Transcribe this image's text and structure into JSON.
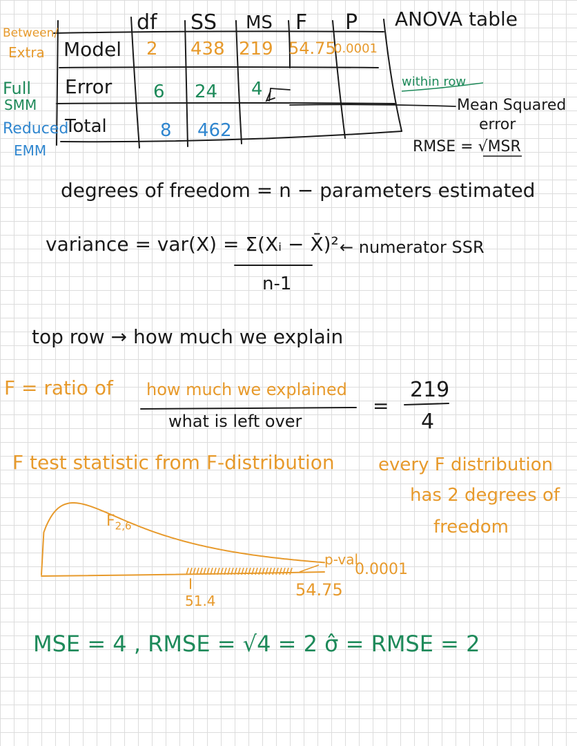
{
  "colors": {
    "ink": "#1a1a1a",
    "orange": "#e79a2c",
    "green": "#1e8a5a",
    "blue": "#2f86cf"
  },
  "table": {
    "headers": [
      "df",
      "SS",
      "MS",
      "F",
      "P"
    ],
    "title": "ANOVA table",
    "rows": [
      {
        "side_label_top": "Between/",
        "side_label_bottom": "Extra",
        "label": "Model",
        "df": "2",
        "ss": "438",
        "ms": "219",
        "f": "54.75",
        "p": "0.0001"
      },
      {
        "side_label_top": "Full",
        "side_label_bottom": "SMM",
        "label": "Error",
        "df": "6",
        "ss": "24",
        "ms": "4"
      },
      {
        "side_label_top": "Reduced",
        "side_label_bottom": "EMM",
        "label": "Total",
        "df": "8",
        "ss": "462"
      }
    ],
    "within_row_note": "within row",
    "mse_note_line1": "Mean Squared",
    "mse_note_line2": "error",
    "rmse_formula": "RMSE = √MSR"
  },
  "notes": {
    "dof": "degrees of freedom = n − parameters estimated",
    "variance": "variance = var(X) = Σ(Xᵢ − X̄)²",
    "variance_denominator": "n-1",
    "numerator_note": "← numerator SSR",
    "top_row": "top row → how much we explain",
    "f_ratio_prefix": "F = ratio of",
    "f_ratio_numerator": "how much we explained",
    "f_ratio_denominator": "what is left over",
    "f_ratio_equals": "=",
    "f_value_numerator": "219",
    "f_value_denominator": "4",
    "f_test": "F test statistic from F-distribution",
    "every_f": "every F distribution",
    "has_two": "has 2 degrees of",
    "freedom": "freedom",
    "final_line": "MSE = 4 , RMSE = √4 = 2   σ̂ = RMSE = 2"
  },
  "f_plot": {
    "label": "F",
    "label_sub": "2,6",
    "critical_value": "51.4",
    "observed_value": "54.75",
    "pval_label": "p-val",
    "pval": "0.0001",
    "df1": 2,
    "df2": 6
  }
}
